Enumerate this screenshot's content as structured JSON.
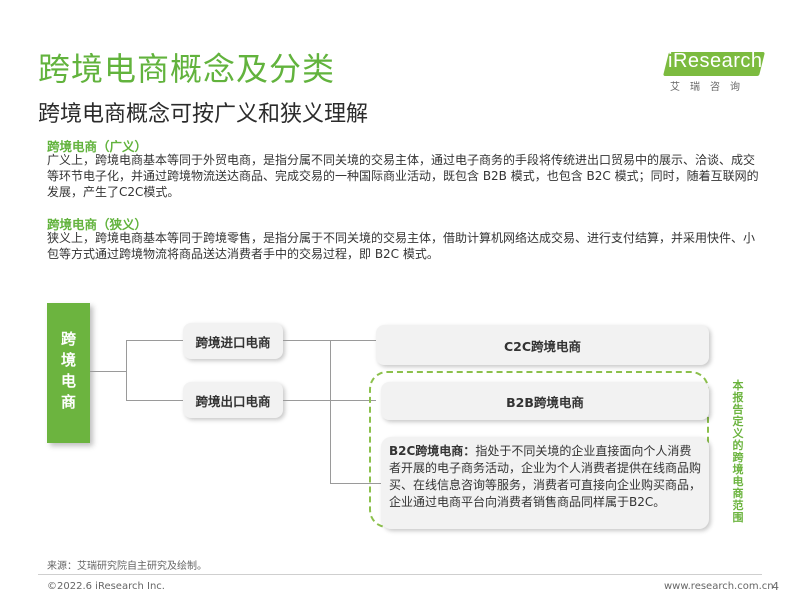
{
  "header": {
    "title": "跨境电商概念及分类",
    "subtitle": "跨境电商概念可按广义和狭义理解",
    "logo_brand": "iResearch",
    "logo_cn": "艾瑞咨询"
  },
  "definitions": [
    {
      "title": "跨境电商（广义）",
      "text": "广义上，跨境电商基本等同于外贸电商，是指分属不同关境的交易主体，通过电子商务的手段将传统进出口贸易中的展示、洽谈、成交等环节电子化，并通过跨境物流送达商品、完成交易的一种国际商业活动，既包含 B2B 模式，也包含 B2C 模式；同时，随着互联网的发展，产生了C2C模式。"
    },
    {
      "title": "跨境电商（狭义）",
      "text": "狭义上，跨境电商基本等同于跨境零售，是指分属于不同关境的交易主体，借助计算机网络达成交易、进行支付结算，并采用快件、小包等方式通过跨境物流将商品送达消费者手中的交易过程，即 B2C 模式。"
    }
  ],
  "diagram": {
    "root": "跨境电商",
    "branch_import": "跨境进口电商",
    "branch_export": "跨境出口电商",
    "c2c": "C2C跨境电商",
    "b2b": "B2B跨境电商",
    "b2c_lead": "B2C跨境电商：",
    "b2c_text": "指处于不同关境的企业直接面向个人消费者开展的电子商务活动，企业为个人消费者提供在线商品购买、在线信息咨询等服务，消费者可直接向企业购买商品，企业通过电商平台向消费者销售商品同样属于B2C。",
    "side_note": "本报告定义的跨境电商范围"
  },
  "footer": {
    "source": "来源：艾瑞研究院自主研究及绘制。",
    "copyright": "©2022.6 iResearch Inc.",
    "url": "www.research.com.cn",
    "page": "4"
  },
  "colors": {
    "accent": "#62b33d",
    "root_fill": "#6cb43f",
    "box_fill": "#f2f2f2",
    "dashed": "#8cc04c"
  }
}
